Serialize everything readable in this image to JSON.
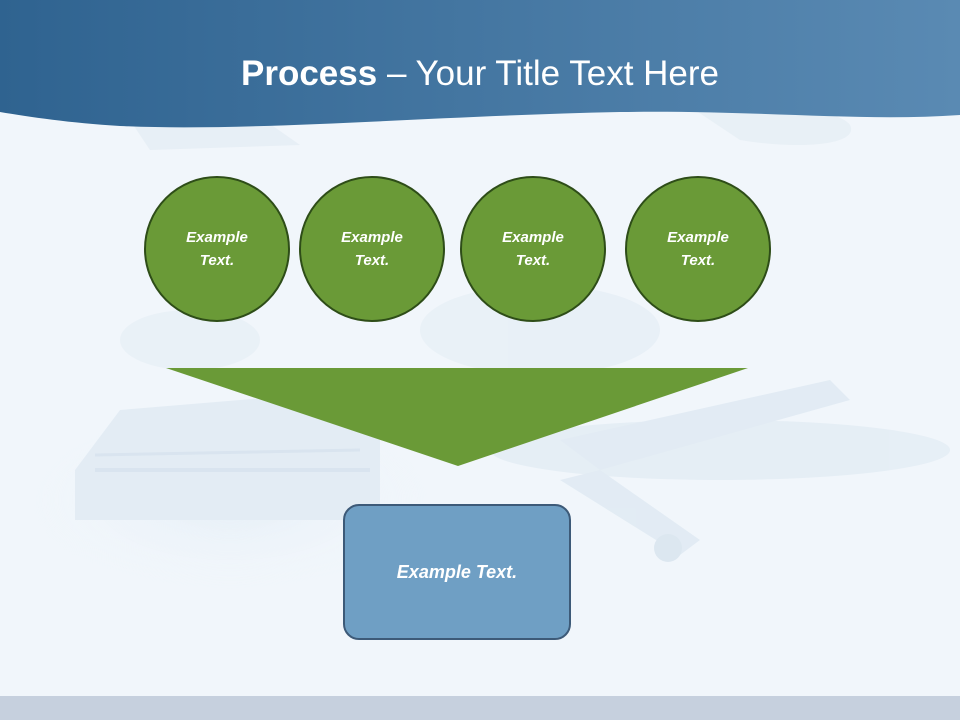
{
  "slide": {
    "title_bold": "Process",
    "title_rest": " – Your Title Text Here"
  },
  "steps": [
    {
      "label": "Example Text."
    },
    {
      "label": "Example Text."
    },
    {
      "label": "Example Text."
    },
    {
      "label": "Example Text."
    }
  ],
  "result": {
    "label": "Example Text."
  },
  "colors": {
    "header": "#3d6c95",
    "step_fill": "#6a9a37",
    "funnel_fill": "#6a9a37",
    "result_fill": "#6f9fc4"
  }
}
